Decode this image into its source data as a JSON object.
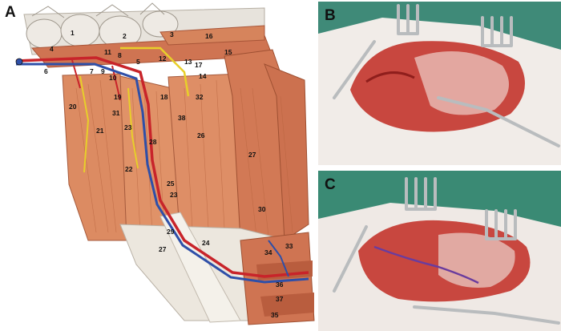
{
  "panels": {
    "a": {
      "letter": "A"
    },
    "b": {
      "letter": "B"
    },
    "c": {
      "letter": "C"
    }
  },
  "anatomy_labels": [
    "1",
    "2",
    "3",
    "4",
    "5",
    "6",
    "7",
    "8",
    "9",
    "10",
    "11",
    "12",
    "13",
    "14",
    "15",
    "16",
    "17",
    "18",
    "19",
    "20",
    "21",
    "22",
    "23",
    "23",
    "24",
    "25",
    "26",
    "27",
    "27",
    "28",
    "29",
    "30",
    "31",
    "32",
    "33",
    "34",
    "35",
    "36",
    "37",
    "38"
  ],
  "colors": {
    "muscle": "#d9825c",
    "muscle_dark": "#b95d3e",
    "fascia": "#ece6dc",
    "bone": "#e9e7e2",
    "artery": "#c8242a",
    "vein": "#2e4fa8",
    "nerve": "#e8cf2a",
    "drape": "#3f8a78",
    "tissue": "#c8473f"
  }
}
